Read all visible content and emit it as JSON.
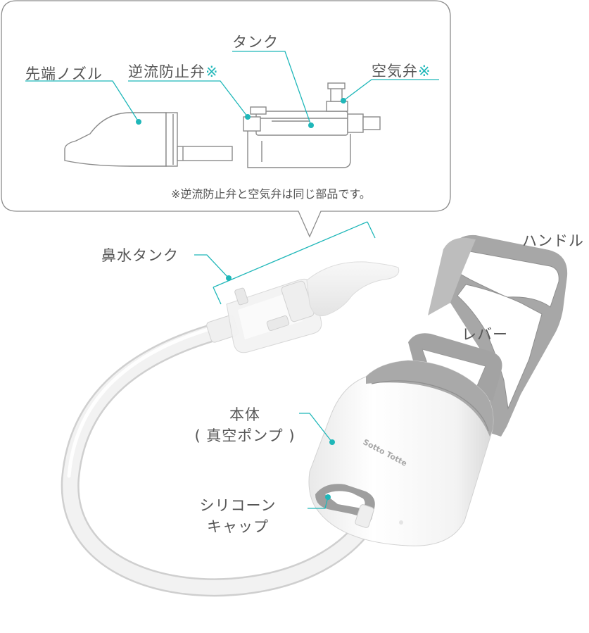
{
  "callout": {
    "nozzle_label": "先端ノズル",
    "backflow_valve_label": "逆流防止弁",
    "backflow_valve_mark": "※",
    "tank_label": "タンク",
    "air_valve_label": "空気弁",
    "air_valve_mark": "※",
    "note": "※逆流防止弁と空気弁は同じ部品です。"
  },
  "main": {
    "nasal_tank_label": "鼻水タンク",
    "handle_label": "ハンドル",
    "lever_label": "レバー",
    "body_label_line1": "本体",
    "body_label_line2": "( 真空ポンプ )",
    "cap_label_line1": "シリコーン",
    "cap_label_line2": "キャップ",
    "brand_text": "Sotto Totte"
  },
  "colors": {
    "accent": "#1fb7b9",
    "text": "#555555",
    "frame_gray": "#9e9e9e",
    "outline": "#8a8a8a"
  }
}
